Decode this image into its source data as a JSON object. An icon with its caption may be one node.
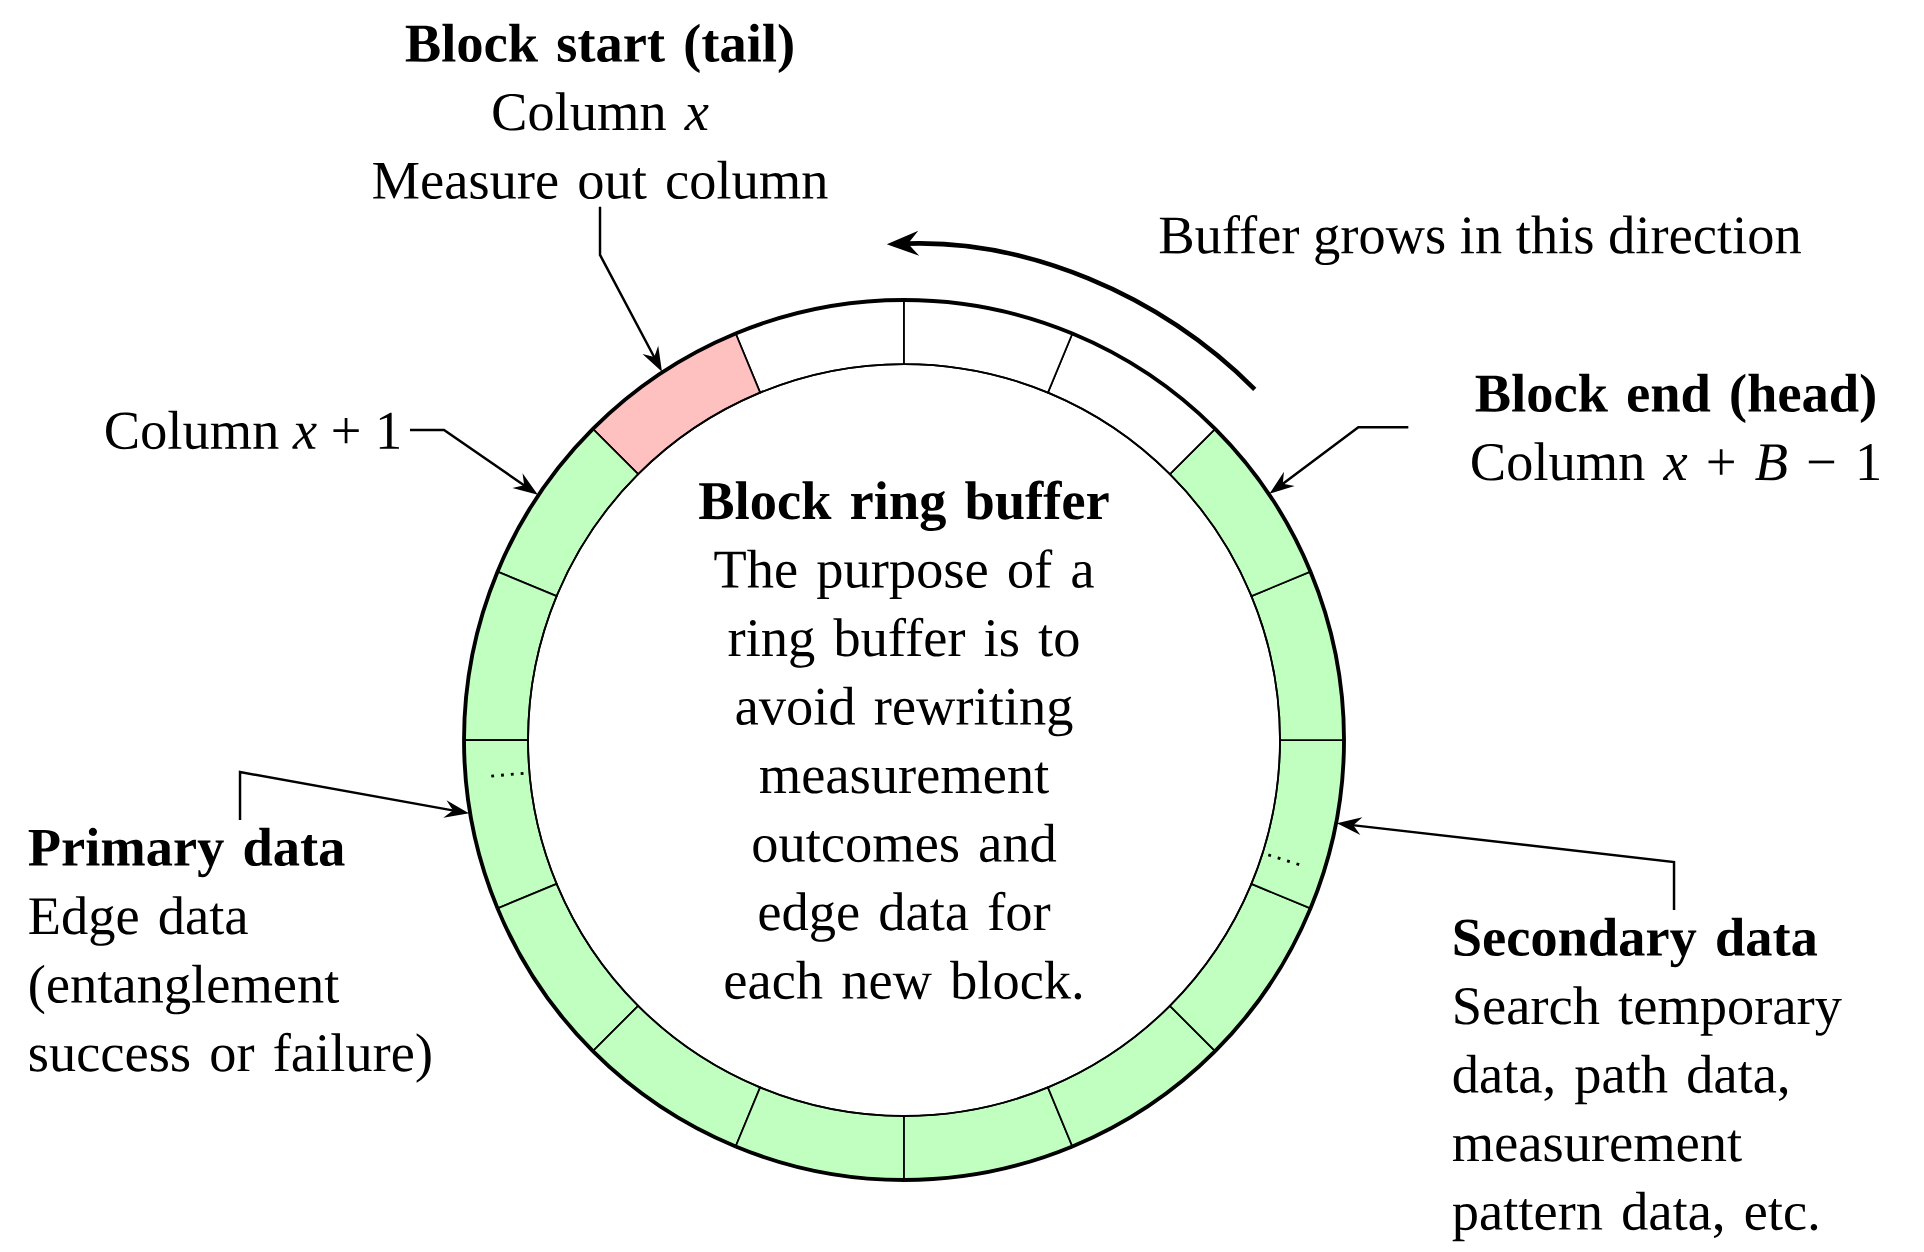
{
  "diagram": {
    "nodes": [
      {
        "text": [
          "Block ring buffer",
          "The purpose of a ring buffer is to avoid rewriting measurement outcomes and edge data for each new block."
        ]
      },
      {
        "text": [
          "Block start (tail)",
          "Column *x*",
          "Measure out column"
        ]
      },
      {
        "text": [
          "Column *x* + 1"
        ]
      },
      {
        "text": [
          "Block end (head)",
          "Column *x* + *B* − 1"
        ]
      },
      {
        "text": [
          "Primary data",
          "Edge data (entanglement success or failure)"
        ]
      },
      {
        "text": [
          "Secondary data",
          "Search temporary data, path data, measurement pattern data, etc."
        ]
      },
      {
        "text": [],
        "shape": "box"
      },
      {
        "text": [],
        "shape": "box"
      },
      {
        "text": [],
        "shape": "box"
      },
      {
        "text": [],
        "shape": "box"
      },
      {
        "text": [],
        "shape": "box"
      },
      {
        "text": [],
        "shape": "box"
      },
      {
        "text": [],
        "shape": "box"
      },
      {
        "text": [],
        "shape": "box"
      },
      {
        "text": [],
        "shape": "box"
      },
      {
        "text": [],
        "shape": "box"
      },
      {
        "text": [],
        "shape": "box"
      },
      {
        "text": [],
        "shape": "box"
      },
      {
        "text": [],
        "shape": "box"
      },
      {
        "text": [],
        "shape": "box"
      },
      {
        "text": [],
        "shape": "box"
      },
      {
        "text": [],
        "shape": "box"
      }
    ],
    "edges": [
      {
        "from": 1,
        "to": 7,
        "arrow": "to"
      },
      {
        "from": 2,
        "to": 8,
        "arrow": "to"
      },
      {
        "from": 3,
        "to": 19,
        "arrow": "to"
      },
      {
        "from": 4,
        "to": 10,
        "arrow": "to"
      },
      {
        "from": 5,
        "to": 17,
        "arrow": "to"
      }
    ],
    "labels": [
      "Buffer grows in this direction"
    ]
  }
}
